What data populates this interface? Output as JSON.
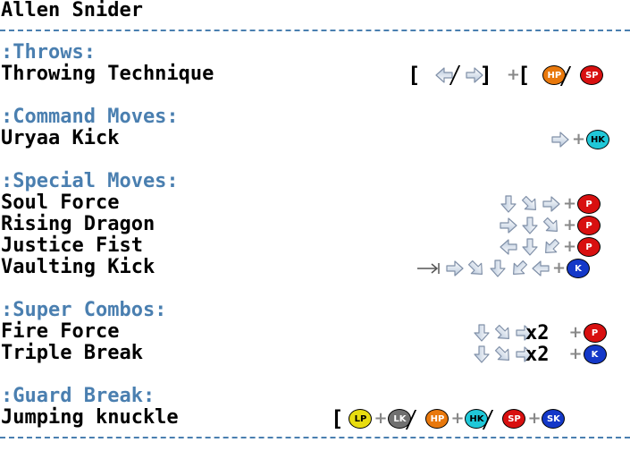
{
  "character": "Allen Snider",
  "sections": {
    "throws": ":Throws:",
    "command": ":Command Moves:",
    "special": ":Special Moves:",
    "super": ":Super Combos:",
    "guard": ":Guard Break:"
  },
  "moves": {
    "throwing_technique": "Throwing Technique",
    "uryaa_kick": "Uryaa Kick",
    "soul_force": "Soul Force",
    "rising_dragon": "Rising Dragon",
    "justice_fist": "Justice Fist",
    "vaulting_kick": "Vaulting Kick",
    "fire_force": "Fire Force",
    "triple_break": "Triple Break",
    "jumping_knuckle": "Jumping knuckle"
  },
  "buttons": {
    "p": "P",
    "k": "K",
    "hp": "HP",
    "sp": "SP",
    "hk": "HK",
    "lp": "LP",
    "lk": "LK",
    "sk": "SK"
  },
  "symbols": {
    "plus": "+",
    "bracket": "[",
    "bracket_close": "]",
    "x2": "x2"
  },
  "colors": {
    "header": "#4a7fb0",
    "punch": "#d81010",
    "kick": "#1438c8",
    "heavy_punch": "#e8780c",
    "heavy_kick": "#20c8d8",
    "light_punch": "#e8dc10",
    "light_kick": "#707070"
  }
}
